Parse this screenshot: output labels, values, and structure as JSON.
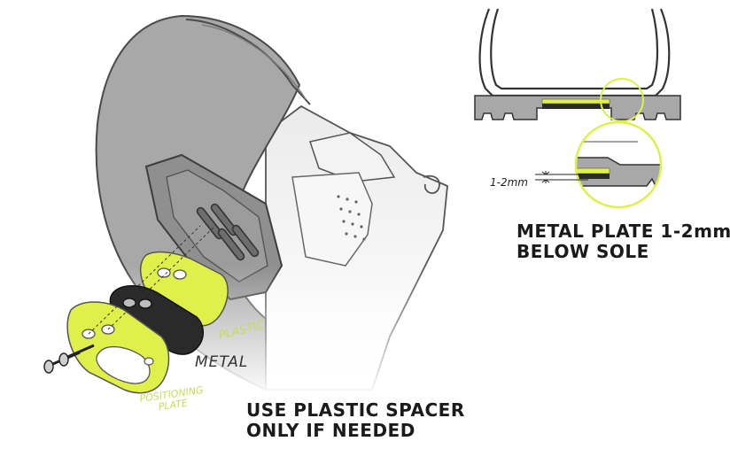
{
  "labels": {
    "plate_caption_line1": "METAL PLATE 1-2mm",
    "plate_caption_line2": "BELOW SOLE",
    "spacer_caption_line1": "USE PLASTIC SPACER",
    "spacer_caption_line2": "ONLY IF NEEDED",
    "metal": "METAL",
    "plastic": "PLASTIC",
    "positioning_line1": "POSITIONING",
    "positioning_line2": "PLATE",
    "gap": "1-2mm"
  },
  "colors": {
    "accent_green": "#dff04a",
    "accent_outline": "#c8dd55",
    "sole_gray": "#a8a8a8",
    "shoe_light": "#e6e6e6",
    "metal_dark": "#2a2a2a"
  }
}
